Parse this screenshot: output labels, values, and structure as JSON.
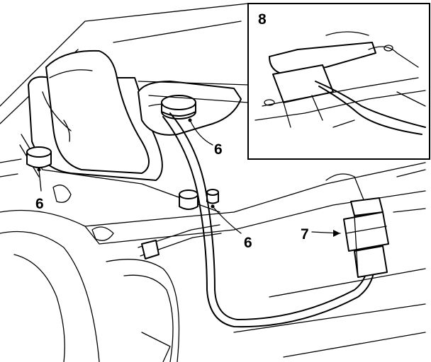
{
  "callouts": {
    "inset_number": "8",
    "bolt_top_right": "6",
    "bolt_left": "6",
    "bolt_center": "6",
    "connector": "7"
  }
}
